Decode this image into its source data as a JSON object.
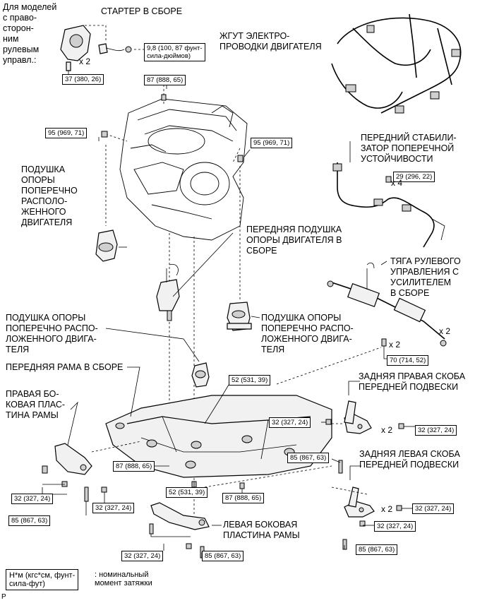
{
  "labels": {
    "rhd_models": "Для моделей\nс право-\nсторон-\nним\nрулевым\nуправл.:",
    "starter": "СТАРТЕР В СБОРЕ",
    "harness": "ЖГУТ ЭЛЕКТРО-\nПРОВОДКИ ДВИГАТЕЛЯ",
    "stabilizer": "ПЕРЕДНИЙ СТАБИЛИ-\nЗАТОР ПОПЕРЕЧНОЙ\nУСТОЙЧИВОСТИ",
    "transverse_mount_left": "ПОДУШКА\nОПОРЫ\nПОПЕРЕЧНО\nРАСПОЛО-\nЖЕННОГО\nДВИГАТЕЛЯ",
    "front_mount": "ПЕРЕДНЯЯ ПОДУШКА\nОПОРЫ ДВИГАТЕЛЯ В\nСБОРЕ",
    "steering_rack": "ТЯГА РУЛЕВОГО\nУПРАВЛЕНИЯ С\nУСИЛИТЕЛЕМ\nВ СБОРЕ",
    "transverse_mount_mid": "ПОДУШКА ОПОРЫ\nПОПЕРЕЧНО РАСПО-\nЛОЖЕННОГО ДВИГА-\nТЕЛЯ",
    "transverse_mount_right": "ПОДУШКА ОПОРЫ\nПОПЕРЕЧНО РАСПО-\nЛОЖЕННОГО ДВИГА-\nТЕЛЯ",
    "front_frame": "ПЕРЕДНЯЯ РАМА В СБОРЕ",
    "rear_right_bracket": "ЗАДНЯЯ ПРАВАЯ СКОБА\nПЕРЕДНЕЙ ПОДВЕСКИ",
    "right_side_plate": "ПРАВАЯ БО-\nКОВАЯ ПЛАС-\nТИНА РАМЫ",
    "rear_left_bracket": "ЗАДНЯЯ ЛЕВАЯ СКОБА\nПЕРЕДНЕЙ ПОДВЕСКИ",
    "left_side_plate": "ЛЕВАЯ БОКОВАЯ\nПЛАСТИНА РАМЫ"
  },
  "torques": {
    "t_9_8": "9,8 (100, 87 фунт-\nсила-дюймов)",
    "t_37": "37 (380, 26)",
    "t_87_top": "87 (888, 65)",
    "t_95_left": "95 (969, 71)",
    "t_95_right": "95 (969, 71)",
    "t_29": "29 (296, 22)",
    "t_70": "70 (714, 52)",
    "t_52_top": "52 (531, 39)",
    "t_32_rr_a": "32 (327, 24)",
    "t_32_rr_b": "32 (327, 24)",
    "t_85_mid": "85 (867, 63)",
    "t_87_left": "87 (888, 65)",
    "t_52_bot": "52 (531, 39)",
    "t_87_bot": "87 (888, 65)",
    "t_32_rl_a": "32 (327, 24)",
    "t_32_rl_b": "32 (327, 24)",
    "t_32_rp_a": "32 (327, 24)",
    "t_32_rp_b": "32 (327, 24)",
    "t_85_left": "85 (867, 63)",
    "t_32_lp": "32 (327, 24)",
    "t_85_lp": "85 (867, 63)",
    "t_85_rl": "85 (867, 63)"
  },
  "multipliers": {
    "m_starter": "x 2",
    "m_stab": "x 4",
    "m_rack": "x 2",
    "m_rack2": "x 2",
    "m_rr": "x 2",
    "m_rl": "x 2"
  },
  "legend": {
    "units": "Н*м (кгс*см, фунт-\nсила-фут)",
    "meaning": ": номинальный\nмомент затяжки"
  },
  "corner_mark": "P"
}
